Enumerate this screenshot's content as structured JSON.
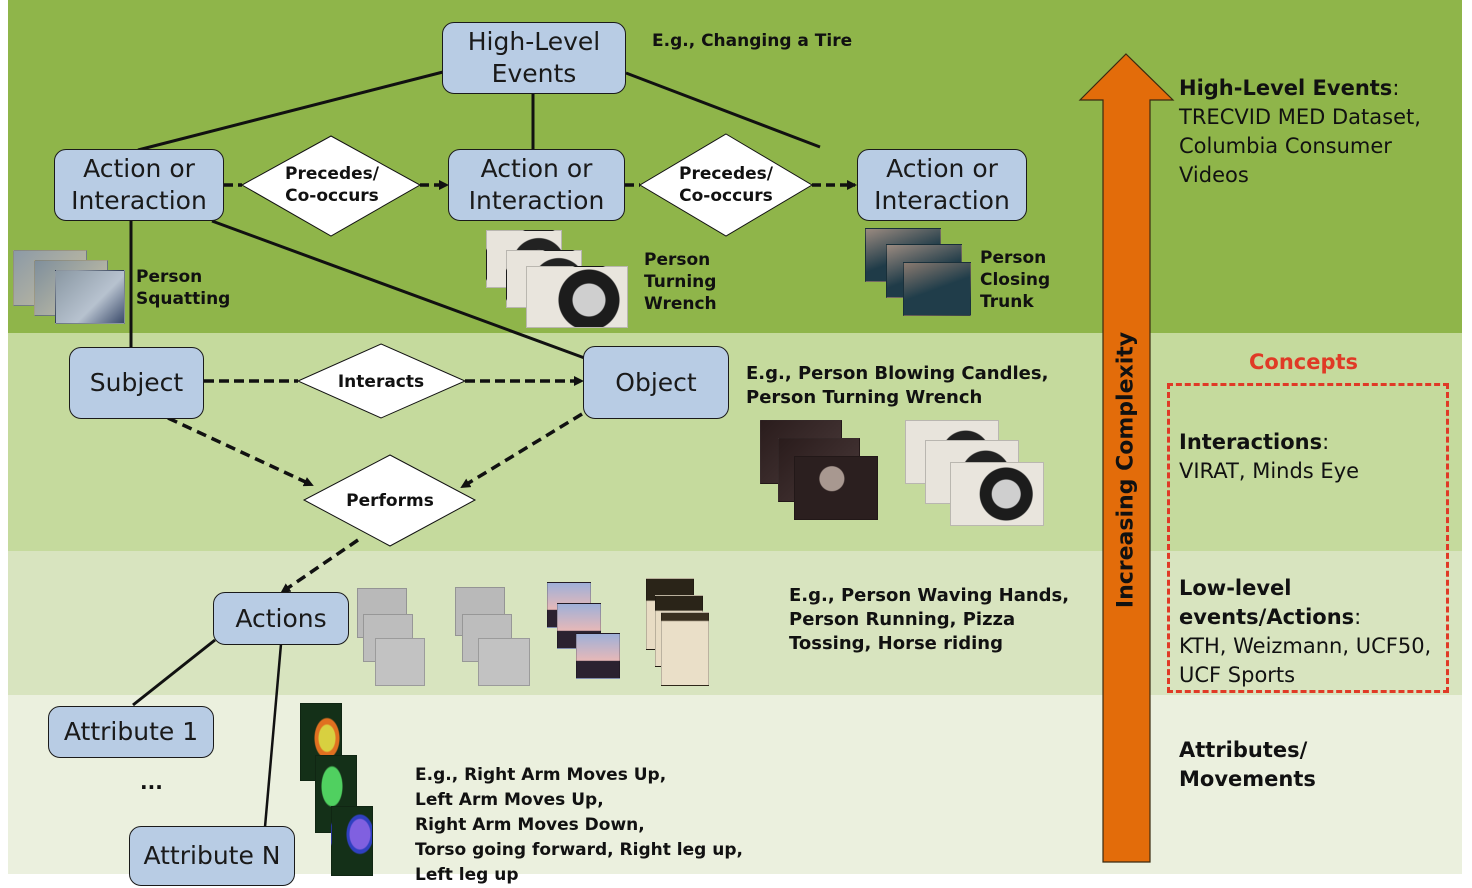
{
  "nodes": {
    "high_level_events": "High-Level\nEvents",
    "action1": "Action or\nInteraction",
    "action2": "Action or\nInteraction",
    "action3": "Action or\nInteraction",
    "subject": "Subject",
    "object": "Object",
    "actions": "Actions",
    "attribute1": "Attribute 1",
    "ellipsis": "...",
    "attributeN": "Attribute N"
  },
  "relations": {
    "precedes1": "Precedes/\nCo-occurs",
    "precedes2": "Precedes/\nCo-occurs",
    "interacts": "Interacts",
    "performs": "Performs"
  },
  "examples": {
    "high_level": "E.g., Changing a Tire",
    "squatting": "Person\nSquatting",
    "turning_wrench": "Person\nTurning\nWrench",
    "closing_trunk": "Person\nClosing\nTrunk",
    "interactions": "E.g., Person Blowing Candles,\nPerson Turning Wrench",
    "actions": "E.g., Person Waving Hands,\nPerson Running, Pizza\nTossing, Horse riding",
    "attributes": "E.g., Right Arm Moves Up,\nLeft Arm Moves Up,\nRight Arm Moves Down,\nTorso going forward, Right leg up,\nLeft leg up"
  },
  "complexity_arrow": {
    "label": "Increasing Complexity",
    "color": "#e36c0a"
  },
  "right_panel": {
    "high_level": {
      "title": "High-Level Events",
      "datasets": "TRECVID MED Dataset,\nColumbia Consumer\nVideos"
    },
    "concepts_title": "Concepts",
    "interactions": {
      "title": "Interactions",
      "datasets": "VIRAT, Minds Eye"
    },
    "low_level": {
      "title": "Low-level\nevents/Actions",
      "datasets": "KTH, Weizmann, UCF50,\nUCF Sports"
    },
    "attributes": {
      "title": "Attributes/\nMovements"
    }
  },
  "colors": {
    "node_fill": "#b8cce4",
    "concepts_red": "#e03a26",
    "band_top": "#8fb54a",
    "band_2": "#c5da9d",
    "band_3": "#d8e4bf",
    "band_4": "#ebf0de"
  }
}
